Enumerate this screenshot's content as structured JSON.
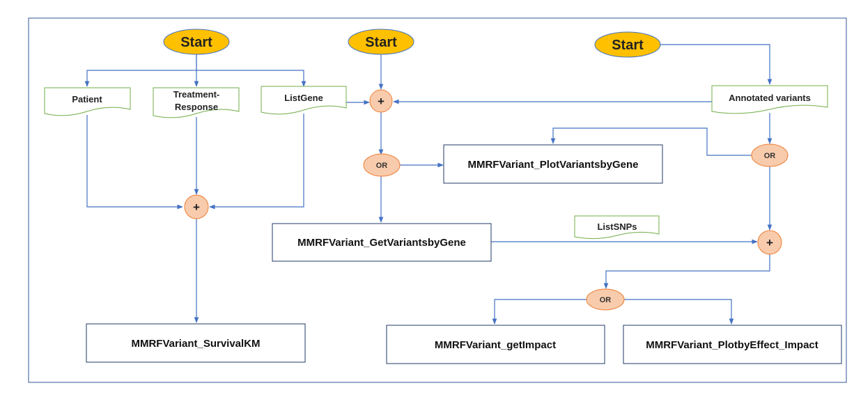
{
  "diagram": {
    "start_nodes": [
      {
        "id": "start1",
        "label": "Start"
      },
      {
        "id": "start2",
        "label": "Start"
      },
      {
        "id": "start3",
        "label": "Start"
      }
    ],
    "data_nodes": [
      {
        "id": "patient",
        "lines": [
          "Patient"
        ]
      },
      {
        "id": "treatment",
        "lines": [
          "Treatment-",
          "Response"
        ]
      },
      {
        "id": "listgene",
        "lines": [
          "ListGene"
        ]
      },
      {
        "id": "annotated",
        "lines": [
          "Annotated variants"
        ]
      },
      {
        "id": "listsnps",
        "lines": [
          "ListSNPs"
        ]
      }
    ],
    "process_nodes": [
      {
        "id": "plotvariants",
        "label": "MMRFVariant_PlotVariantsbyGene"
      },
      {
        "id": "getvariants",
        "label": "MMRFVariant_GetVariantsbyGene"
      },
      {
        "id": "survival",
        "label": "MMRFVariant_SurvivalKM"
      },
      {
        "id": "getimpact",
        "label": "MMRFVariant_getImpact"
      },
      {
        "id": "plotbyeffect",
        "label": "MMRFVariant_PlotbyEffect_Impact"
      }
    ],
    "operators": [
      {
        "id": "and_top",
        "label": "+"
      },
      {
        "id": "and_left",
        "label": "+"
      },
      {
        "id": "and_right",
        "label": "+"
      },
      {
        "id": "or_mid",
        "label": "OR"
      },
      {
        "id": "or_right",
        "label": "OR"
      },
      {
        "id": "or_bottom",
        "label": "OR"
      }
    ],
    "edges": [
      {
        "from": "start1",
        "to": "patient"
      },
      {
        "from": "start1",
        "to": "treatment"
      },
      {
        "from": "start1",
        "to": "listgene"
      },
      {
        "from": "patient",
        "to": "and_left"
      },
      {
        "from": "treatment",
        "to": "and_left"
      },
      {
        "from": "listgene",
        "to": "and_left"
      },
      {
        "from": "listgene",
        "to": "and_top"
      },
      {
        "from": "start2",
        "to": "and_top"
      },
      {
        "from": "start3",
        "to": "annotated"
      },
      {
        "from": "annotated",
        "to": "and_top"
      },
      {
        "from": "and_top",
        "to": "or_mid"
      },
      {
        "from": "or_mid",
        "to": "plotvariants"
      },
      {
        "from": "or_mid",
        "to": "getvariants"
      },
      {
        "from": "annotated",
        "to": "or_right"
      },
      {
        "from": "or_right",
        "to": "plotvariants"
      },
      {
        "from": "or_right",
        "to": "and_right"
      },
      {
        "from": "getvariants",
        "to": "and_right"
      },
      {
        "from": "and_left",
        "to": "survival"
      },
      {
        "from": "and_right",
        "to": "or_bottom"
      },
      {
        "from": "or_bottom",
        "to": "getimpact"
      },
      {
        "from": "or_bottom",
        "to": "plotbyeffect"
      }
    ]
  },
  "colors": {
    "start_fill": "#ffc000",
    "start_stroke": "#4472c4",
    "operator_fill": "#f8cbad",
    "operator_stroke": "#ed7d31",
    "doc_stroke": "#70ad47",
    "process_stroke": "#203864",
    "edge": "#4472c4",
    "frame": "#2f5597"
  }
}
